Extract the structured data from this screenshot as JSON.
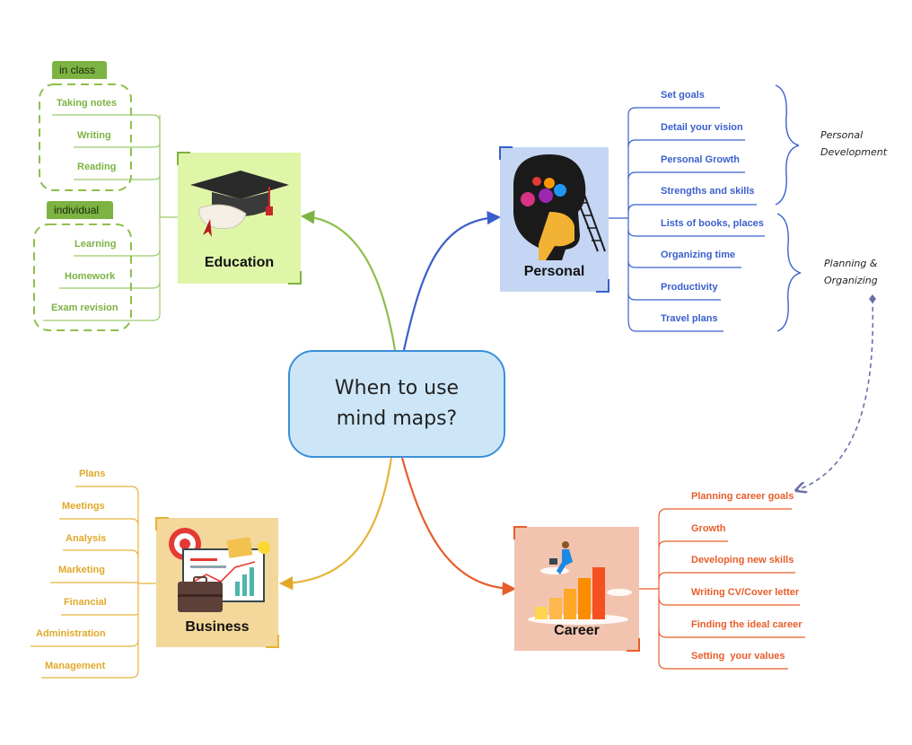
{
  "center_topic": "When to use mind maps?",
  "education": {
    "title": "Education",
    "groups": [
      {
        "tag": "in class",
        "items": [
          "Taking notes",
          "Writing",
          "Reading"
        ]
      },
      {
        "tag": "individual",
        "items": [
          "Learning",
          "Homework",
          "Exam revision"
        ]
      }
    ],
    "color": "#7cb342"
  },
  "personal": {
    "title": "Personal",
    "items": [
      "Set goals",
      "Detail your vision",
      "Personal Growth",
      "Strengths and skills",
      "Lists of books, places",
      "Organizing time",
      "Productivity",
      "Travel plans"
    ],
    "group_labels": [
      "Personal Development",
      "Planning & Organizing"
    ],
    "color": "#3a5fcd"
  },
  "career": {
    "title": "Career",
    "items": [
      "Planning career goals",
      "Growth",
      "Developing new skills",
      "Writing CV/Cover letter",
      "Finding the ideal career",
      "Setting  your values"
    ],
    "color": "#e85d2a"
  },
  "business": {
    "title": "Business",
    "items": [
      "Plans",
      "Meetings",
      "Analysis",
      "Marketing",
      "Financial",
      "Administration",
      "Management"
    ],
    "color": "#e0a828"
  }
}
